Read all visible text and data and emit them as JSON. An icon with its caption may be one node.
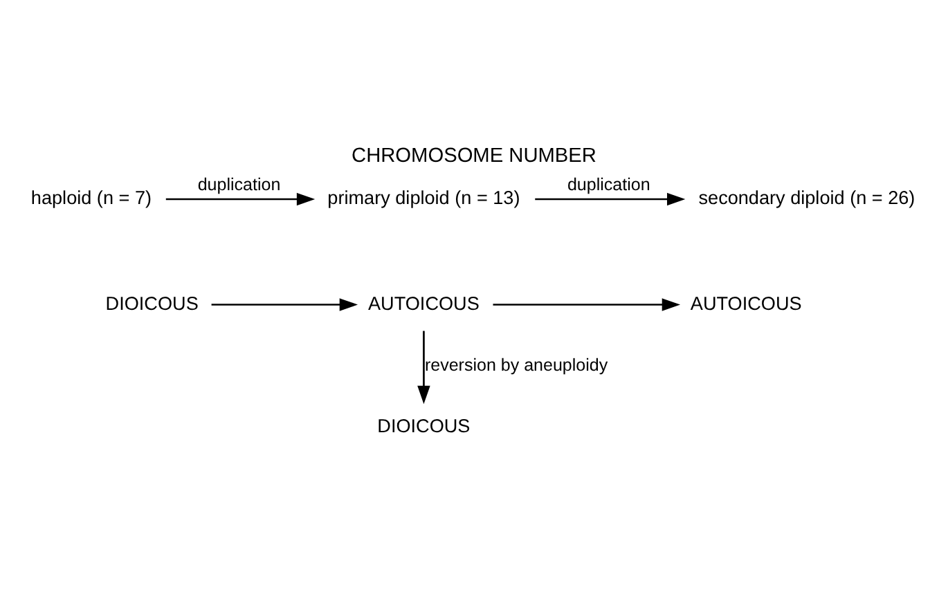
{
  "diagram": {
    "title": "CHROMOSOME NUMBER",
    "nodes": [
      {
        "text": [
          "haploid (n = 7)"
        ]
      },
      {
        "text": [
          "primary diploid (n = 13)"
        ]
      },
      {
        "text": [
          "secondary diploid (n = 26)"
        ]
      },
      {
        "text": [
          "DIOICOUS"
        ]
      },
      {
        "text": [
          "AUTOICOUS"
        ]
      },
      {
        "text": [
          "AUTOICOUS"
        ]
      },
      {
        "text": [
          "DIOICOUS"
        ]
      }
    ],
    "edges": [
      {
        "from": 0,
        "to": 1,
        "arrow": "to",
        "label": "duplication"
      },
      {
        "from": 1,
        "to": 2,
        "arrow": "to",
        "label": "duplication"
      },
      {
        "from": 3,
        "to": 4,
        "arrow": "to"
      },
      {
        "from": 4,
        "to": 5,
        "arrow": "to"
      },
      {
        "from": 4,
        "to": 6,
        "arrow": "to",
        "label": "reversion by aneuploidy"
      }
    ]
  }
}
